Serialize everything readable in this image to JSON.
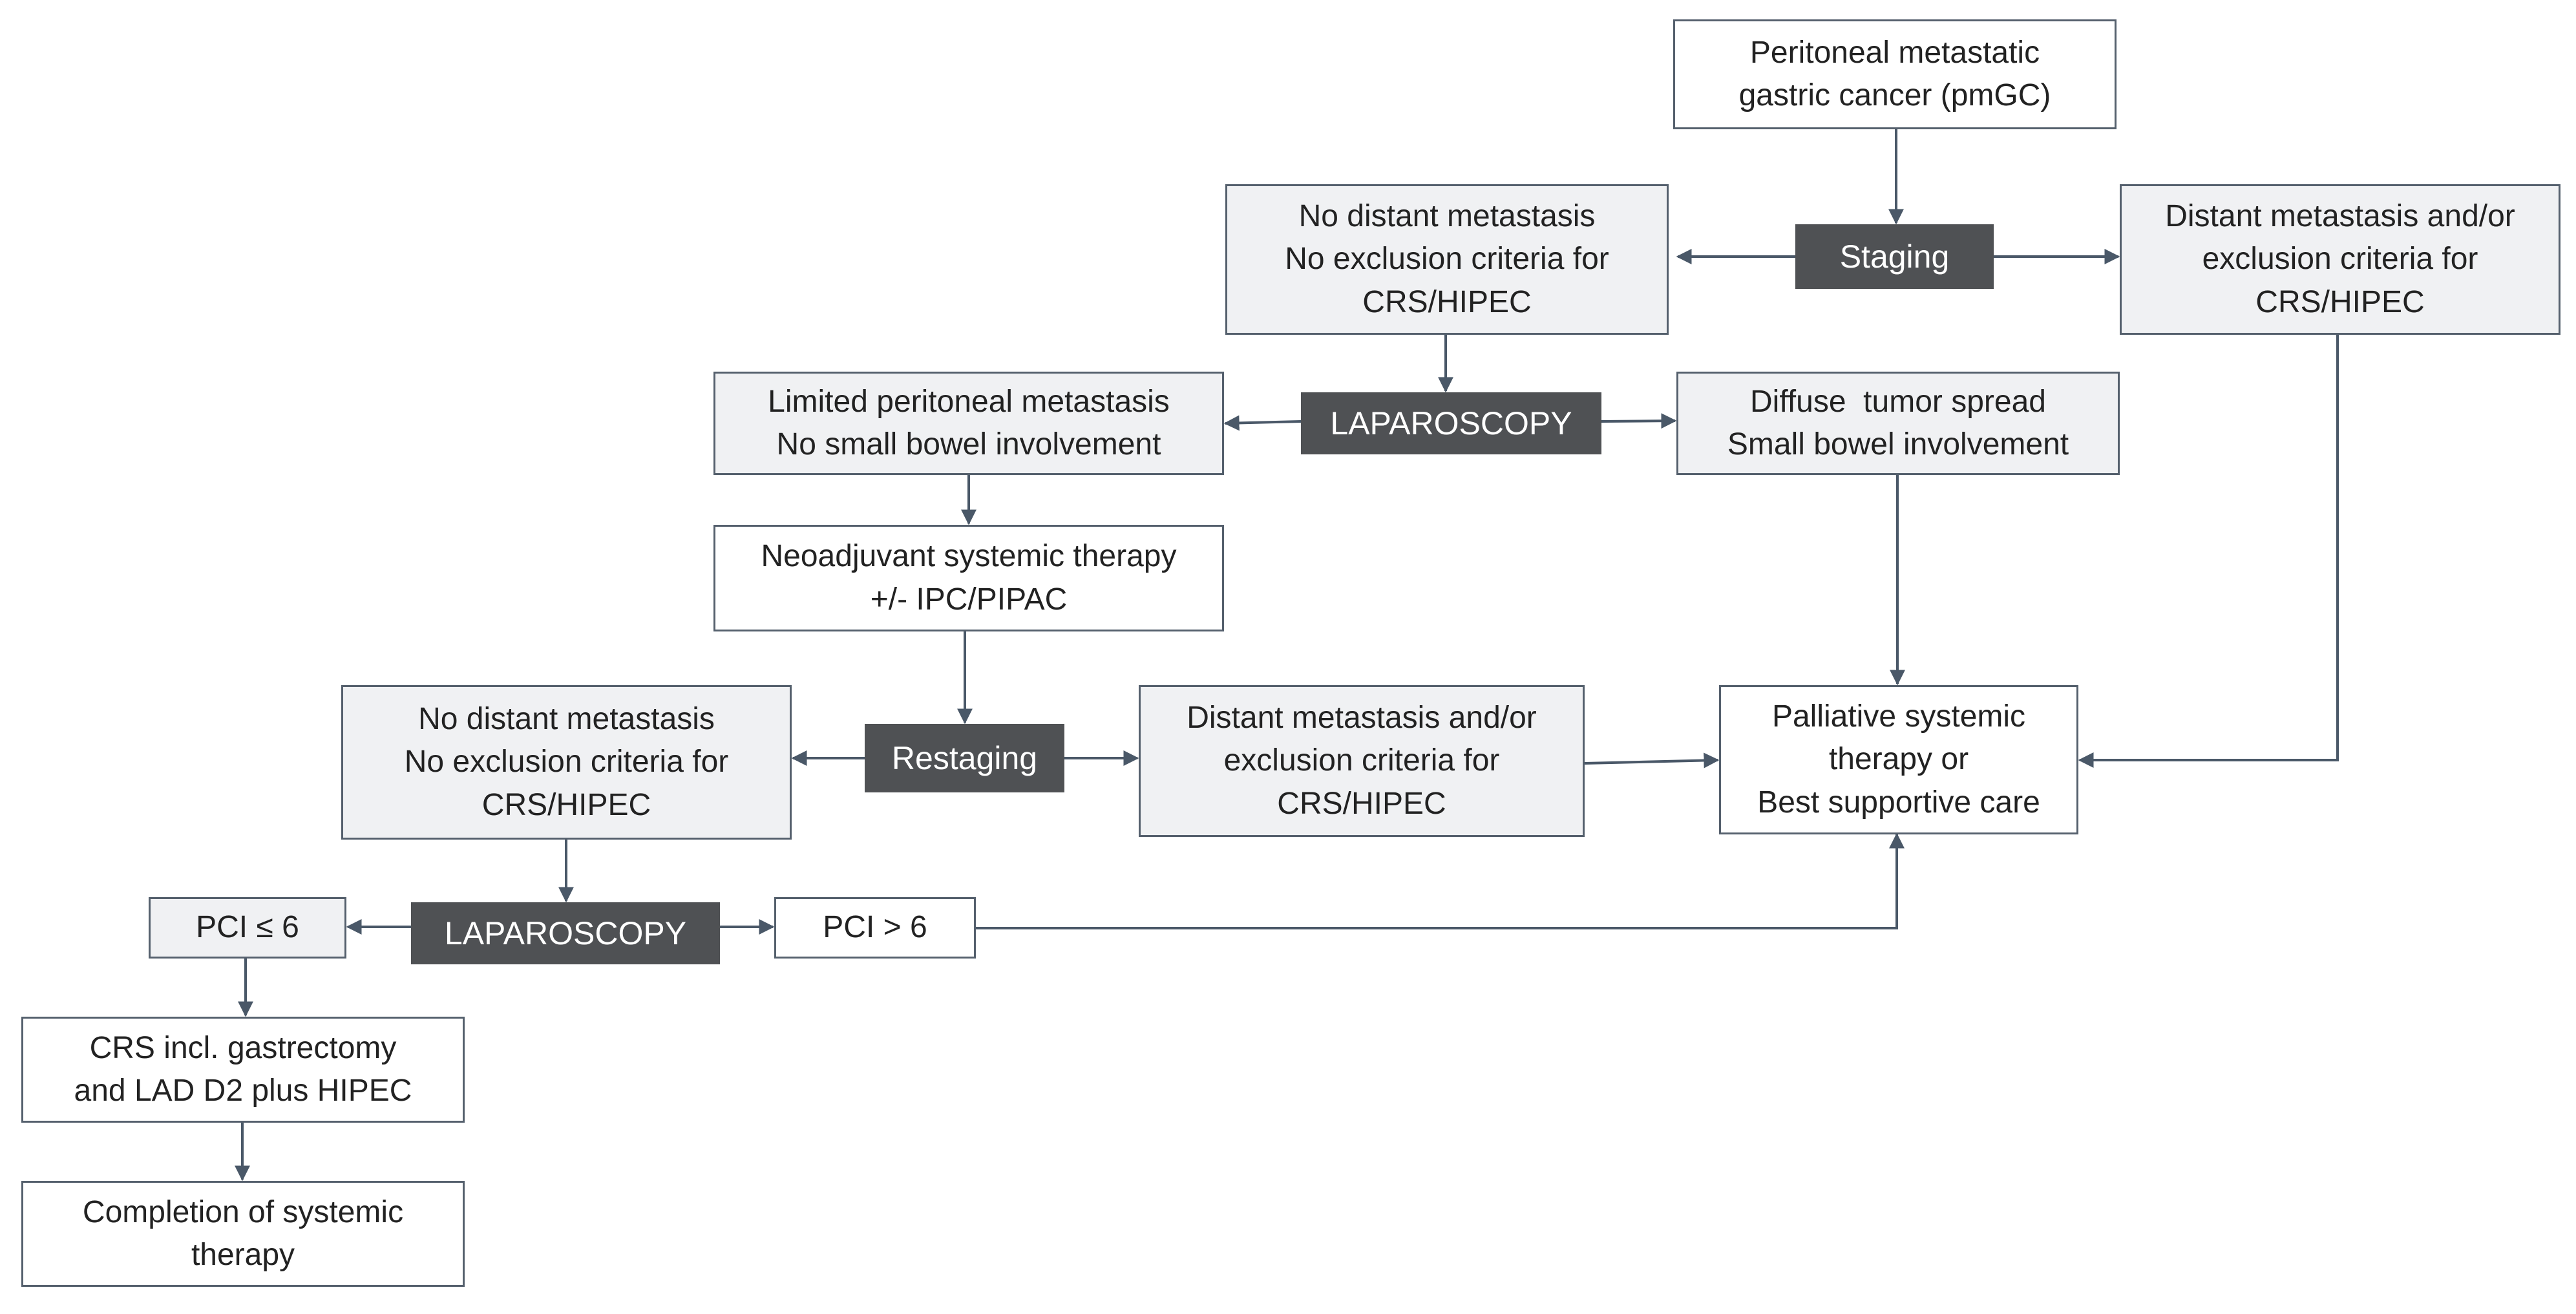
{
  "nodes": {
    "pmgc": {
      "lines": [
        "Peritoneal metastatic",
        "gastric cancer (pmGC)"
      ]
    },
    "staging": {
      "label": "Staging"
    },
    "no_distant_1": {
      "lines": [
        "No distant metastasis",
        "No exclusion criteria for",
        "CRS/HIPEC"
      ]
    },
    "distant_1": {
      "lines": [
        "Distant metastasis and/or",
        "exclusion criteria for",
        "CRS/HIPEC"
      ]
    },
    "laparoscopy_1": {
      "label": "LAPAROSCOPY"
    },
    "limited_pm": {
      "lines": [
        "Limited peritoneal metastasis",
        "No small bowel involvement"
      ]
    },
    "diffuse": {
      "lines": [
        "Diffuse  tumor spread",
        "Small bowel involvement"
      ]
    },
    "neoadjuvant": {
      "lines": [
        "Neoadjuvant systemic therapy",
        "+/- IPC/PIPAC"
      ]
    },
    "restaging": {
      "label": "Restaging"
    },
    "no_distant_2": {
      "lines": [
        "No distant metastasis",
        "No exclusion criteria for",
        "CRS/HIPEC"
      ]
    },
    "distant_2": {
      "lines": [
        "Distant metastasis and/or",
        "exclusion criteria for",
        "CRS/HIPEC"
      ]
    },
    "palliative": {
      "lines": [
        "Palliative systemic",
        "therapy or",
        "Best supportive care"
      ]
    },
    "laparoscopy_2": {
      "label": "LAPAROSCOPY"
    },
    "pci_le6": {
      "label": "PCI ≤ 6"
    },
    "pci_gt6": {
      "label": "PCI > 6"
    },
    "crs": {
      "lines": [
        "CRS incl. gastrectomy",
        "and LAD D2 plus HIPEC"
      ]
    },
    "completion": {
      "lines": [
        "Completion of systemic",
        "therapy"
      ]
    }
  },
  "colors": {
    "line": "#4a5868",
    "dark_box": "#4f5154",
    "grey_box": "#f0f1f3",
    "border": "#55606d"
  }
}
